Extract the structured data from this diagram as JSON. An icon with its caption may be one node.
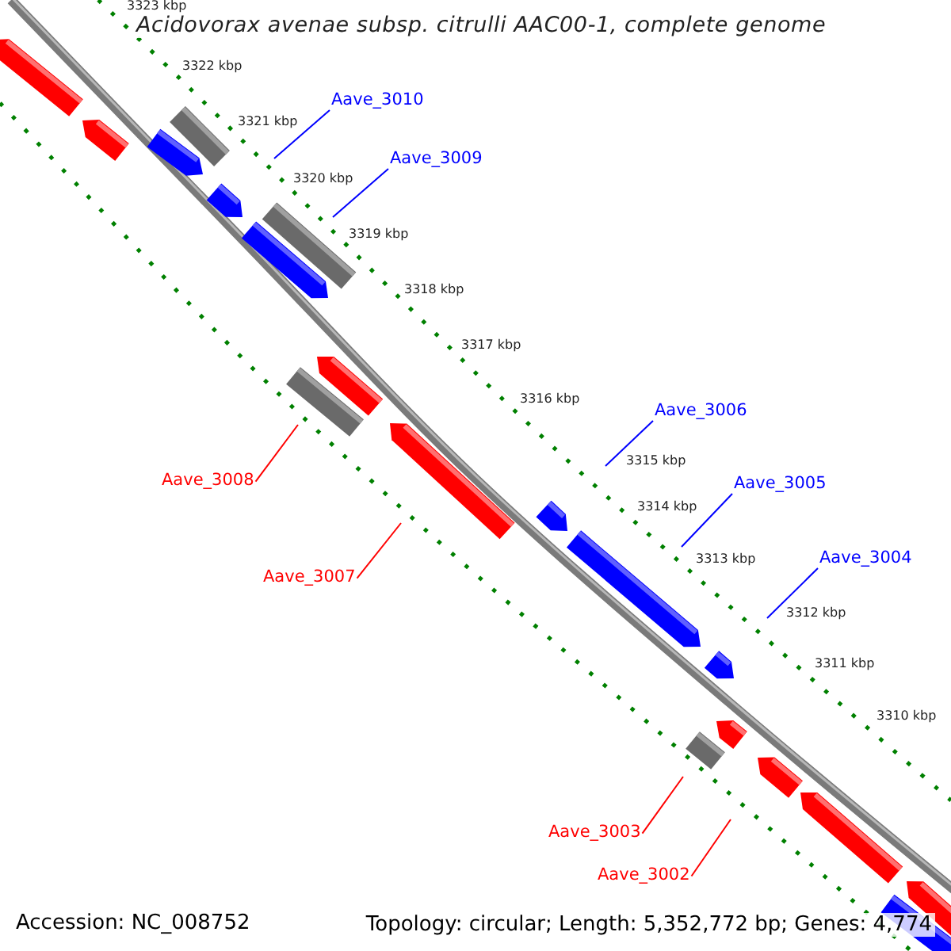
{
  "diagram": {
    "title": "Acidovorax avenae subsp. citrulli AAC00-1, complete genome",
    "nodes": [
      {
        "text": [
          "Aave_3010"
        ]
      },
      {
        "text": [
          "Aave_3009"
        ]
      },
      {
        "text": [
          "Aave_3008"
        ]
      },
      {
        "text": [
          "Aave_3007"
        ]
      },
      {
        "text": [
          "Aave_3006"
        ]
      },
      {
        "text": [
          "Aave_3005"
        ]
      },
      {
        "text": [
          "Aave_3004"
        ]
      },
      {
        "text": [
          "Aave_3003"
        ]
      },
      {
        "text": [
          "Aave_3002"
        ]
      }
    ],
    "edges": [
      {
        "from": 0,
        "to": null,
        "arrow": "none"
      },
      {
        "from": 1,
        "to": null,
        "arrow": "none"
      },
      {
        "from": 2,
        "to": null,
        "arrow": "none",
        "color": "#ff0000"
      },
      {
        "from": 3,
        "to": null,
        "arrow": "none",
        "color": "#ff0000"
      },
      {
        "from": 4,
        "to": null,
        "arrow": "none"
      },
      {
        "from": 5,
        "to": null,
        "arrow": "none"
      },
      {
        "from": 6,
        "to": null,
        "arrow": "none"
      },
      {
        "from": 7,
        "to": null,
        "arrow": "none",
        "color": "#ff0000"
      },
      {
        "from": 8,
        "to": null,
        "arrow": "none",
        "color": "#ff0000"
      }
    ],
    "labels": [
      "3323 kbp",
      "3322 kbp",
      "3321 kbp",
      "3320 kbp",
      "3319 kbp",
      "3318 kbp",
      "3317 kbp",
      "3316 kbp",
      "3315 kbp",
      "3314 kbp",
      "3313 kbp",
      "3312 kbp",
      "3311 kbp",
      "3310 kbp",
      "Accession: NC_008752",
      "Topology: circular; Length: 5,352,772 bp; Genes: 4,774"
    ]
  }
}
